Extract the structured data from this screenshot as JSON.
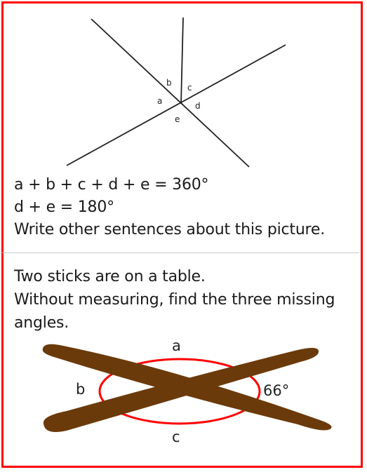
{
  "task1": {
    "angle_labels": {
      "a": "a",
      "b": "b",
      "c": "c",
      "d": "d",
      "e": "e"
    },
    "equation1": "a + b + c + d + e = 360°",
    "equation2": "d + e = 180°",
    "instruction": "Write other sentences about this picture."
  },
  "task2": {
    "line1": "Two sticks are on a table.",
    "line2": "Without measuring, find the three missing",
    "line3": "angles.",
    "angle_labels": {
      "a": "a",
      "b": "b",
      "c": "c",
      "known": "66°"
    }
  },
  "colors": {
    "border": "#ff0000",
    "stick": "#6b3a0b",
    "circle": "#ff0000"
  }
}
